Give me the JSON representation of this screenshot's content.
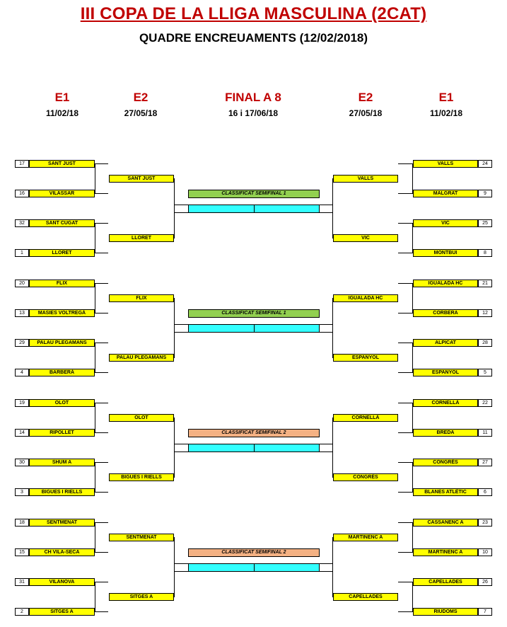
{
  "title": "III COPA DE LA LLIGA MASCULINA (2CAT)",
  "subtitle": "QUADRE ENCREUAMENTS (12/02/2018)",
  "columns": {
    "left_e1": {
      "label": "E1",
      "date": "11/02/18"
    },
    "left_e2": {
      "label": "E2",
      "date": "27/05/18"
    },
    "final": {
      "label": "FINAL A 8",
      "date": "16 i 17/06/18"
    },
    "right_e2": {
      "label": "E2",
      "date": "27/05/18"
    },
    "right_e1": {
      "label": "E1",
      "date": "11/02/18"
    }
  },
  "colors": {
    "team_box": "#ffff00",
    "title": "#c00000",
    "semifinal_1": "#92d050",
    "semifinal_2": "#f4b183",
    "final_slot": "#33ffff"
  },
  "groups": [
    {
      "left_e1": [
        {
          "seed": "17",
          "team": "SANT JUST"
        },
        {
          "seed": "16",
          "team": "VILASSAR"
        },
        {
          "seed": "32",
          "team": "SANT CUGAT"
        },
        {
          "seed": "1",
          "team": "LLORET"
        }
      ],
      "left_e2": [
        "SANT JUST",
        "LLORET"
      ],
      "right_e1": [
        {
          "seed": "24",
          "team": "VALLS"
        },
        {
          "seed": "9",
          "team": "MALGRAT"
        },
        {
          "seed": "25",
          "team": "VIC"
        },
        {
          "seed": "8",
          "team": "MONTBUI"
        }
      ],
      "right_e2": [
        "VALLS",
        "VIC"
      ],
      "semifinal": "CLASSIFICAT SEMIFINAL 1",
      "semifinal_color": "#92d050"
    },
    {
      "left_e1": [
        {
          "seed": "20",
          "team": "FLIX"
        },
        {
          "seed": "13",
          "team": "MASIES VOLTREGÀ"
        },
        {
          "seed": "29",
          "team": "PALAU PLEGAMANS"
        },
        {
          "seed": "4",
          "team": "BARBERÀ"
        }
      ],
      "left_e2": [
        "FLIX",
        "PALAU PLEGAMANS"
      ],
      "right_e1": [
        {
          "seed": "21",
          "team": "IGUALADA HC"
        },
        {
          "seed": "12",
          "team": "CORBERA"
        },
        {
          "seed": "28",
          "team": "ALPICAT"
        },
        {
          "seed": "5",
          "team": "ESPANYOL"
        }
      ],
      "right_e2": [
        "IGUALADA HC",
        "ESPANYOL"
      ],
      "semifinal": "CLASSIFICAT SEMIFINAL 1",
      "semifinal_color": "#92d050"
    },
    {
      "left_e1": [
        {
          "seed": "19",
          "team": "OLOT"
        },
        {
          "seed": "14",
          "team": "RIPOLLET"
        },
        {
          "seed": "30",
          "team": "SHUM  A"
        },
        {
          "seed": "3",
          "team": "BIGUES I RIELLS"
        }
      ],
      "left_e2": [
        "OLOT",
        "BIGUES I RIELLS"
      ],
      "right_e1": [
        {
          "seed": "22",
          "team": "CORNELLÀ"
        },
        {
          "seed": "11",
          "team": "BREDA"
        },
        {
          "seed": "27",
          "team": "CONGRÉS"
        },
        {
          "seed": "6",
          "team": "BLANES ATLÈTIC"
        }
      ],
      "right_e2": [
        "CORNELLÀ",
        "CONGRÉS"
      ],
      "semifinal": "CLASSIFICAT SEMIFINAL 2",
      "semifinal_color": "#f4b183"
    },
    {
      "left_e1": [
        {
          "seed": "18",
          "team": "SENTMENAT"
        },
        {
          "seed": "15",
          "team": "CH VILA-SECA"
        },
        {
          "seed": "31",
          "team": "VILANOVA"
        },
        {
          "seed": "2",
          "team": "SITGES A"
        }
      ],
      "left_e2": [
        "SENTMENAT",
        "SITGES A"
      ],
      "right_e1": [
        {
          "seed": "23",
          "team": "CASSANENC A"
        },
        {
          "seed": "10",
          "team": "MARTINENC A"
        },
        {
          "seed": "26",
          "team": "CAPELLADES"
        },
        {
          "seed": "7",
          "team": "RIUDOMS"
        }
      ],
      "right_e2": [
        "MARTINENC A",
        "CAPELLADES"
      ],
      "semifinal": "CLASSIFICAT SEMIFINAL 2",
      "semifinal_color": "#f4b183"
    }
  ]
}
